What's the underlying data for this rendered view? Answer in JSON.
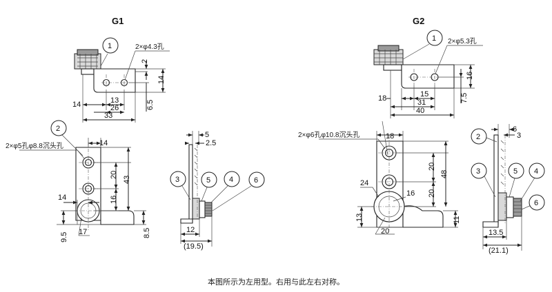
{
  "titles": {
    "g1": "G1",
    "g2": "G2"
  },
  "callouts": [
    "1",
    "2",
    "3",
    "4",
    "5",
    "6"
  ],
  "g1": {
    "hole_label_top": "2×φ4.3孔",
    "hole_label_front": "2×φ5孔φ8.8沉头孔",
    "dims_top": {
      "d14": "14",
      "d13": "13",
      "d26": "26",
      "d33": "33",
      "d2": "2",
      "d14v": "14",
      "d65": "6.5"
    },
    "dims_front": {
      "d14": "14",
      "d20": "20",
      "d16": "16",
      "d43": "43",
      "d14b": "14",
      "d95": "9.5",
      "d17": "17",
      "d85": "8.5"
    },
    "dims_side": {
      "d5": "5",
      "d25": "2.5",
      "d12": "12",
      "d195": "(19.5)"
    }
  },
  "g2": {
    "hole_label_top": "2×φ5.3孔",
    "hole_label_front": "2×φ6孔φ10.8沉头孔",
    "dims_top": {
      "d18": "18",
      "d15": "15",
      "d31": "31",
      "d40": "40",
      "d16": "16",
      "d75": "7.5"
    },
    "dims_front": {
      "d18": "18",
      "d20a": "20",
      "d20b": "20",
      "d48": "48",
      "d24": "24",
      "d16": "16",
      "d13": "13",
      "d20c": "20",
      "d11": "11"
    },
    "dims_side": {
      "d6": "6",
      "d3": "3",
      "d135": "13.5",
      "d211": "(21.1)"
    }
  },
  "note": "本图所示为左用型。右用与此左右对称。"
}
